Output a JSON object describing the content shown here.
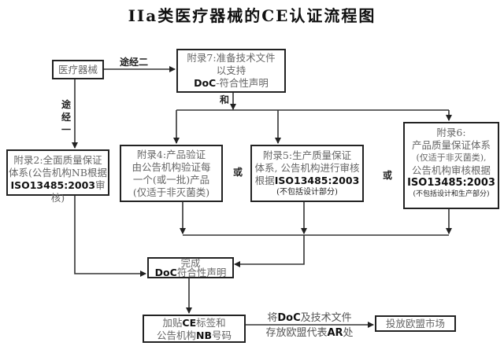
{
  "title": "IIa类医疗器械的CE认证流程图",
  "nodes": {
    "device": {
      "text": "医疗器械"
    },
    "annex7": {
      "line1": "附录7:准备技术文件",
      "line2": "以支持",
      "bold": "DoC",
      "line3_rest": "-符合性声明"
    },
    "annex2": {
      "line1": "附录2:全面质量保证",
      "line2": "体系(公告机构NB根据",
      "bold": "ISO13485:2003",
      "line3_rest": "审核)"
    },
    "annex4": {
      "line1": "附录4:产品验证",
      "line2": "由公告机构验证每",
      "line3": "一个(或一批)产品",
      "line4": "(仅适于非灭菌类)"
    },
    "annex5": {
      "line1": "附录5:生产质量保证",
      "line2": "体系, 公告机构进行审核",
      "line3_pre": "根据",
      "bold": "ISO13485:2003",
      "note": "(不包括设计部分)"
    },
    "annex6": {
      "line1": "附录6:",
      "line2": "产品质量保证体系",
      "line3": "(仅适于非灭菌类),",
      "line4": "公告机构审核根据",
      "bold": "ISO13485:2003",
      "note": "(不包括设计和生产部分)"
    },
    "complete": {
      "line1": "完成",
      "bold": "DoC",
      "line2_rest": "符合性声明"
    },
    "affix": {
      "line1_pre": "加贴",
      "ce": "CE",
      "line1_rest": "标签和",
      "line2_pre": "公告机构",
      "bold": "NB",
      "line2_rest": "号码"
    },
    "market": {
      "text": "投放欧盟市场"
    }
  },
  "edge_labels": {
    "route2": "途经二",
    "route1": [
      "途",
      "经",
      "一"
    ],
    "and": "和",
    "or1": "或",
    "or2": "或",
    "store_line1_pre": "将",
    "store_bold1": "DoC",
    "store_line1_rest": "及技术文件",
    "store_line2_pre": "存放欧盟代表",
    "store_bold2": "AR",
    "store_line2_rest": "处"
  }
}
